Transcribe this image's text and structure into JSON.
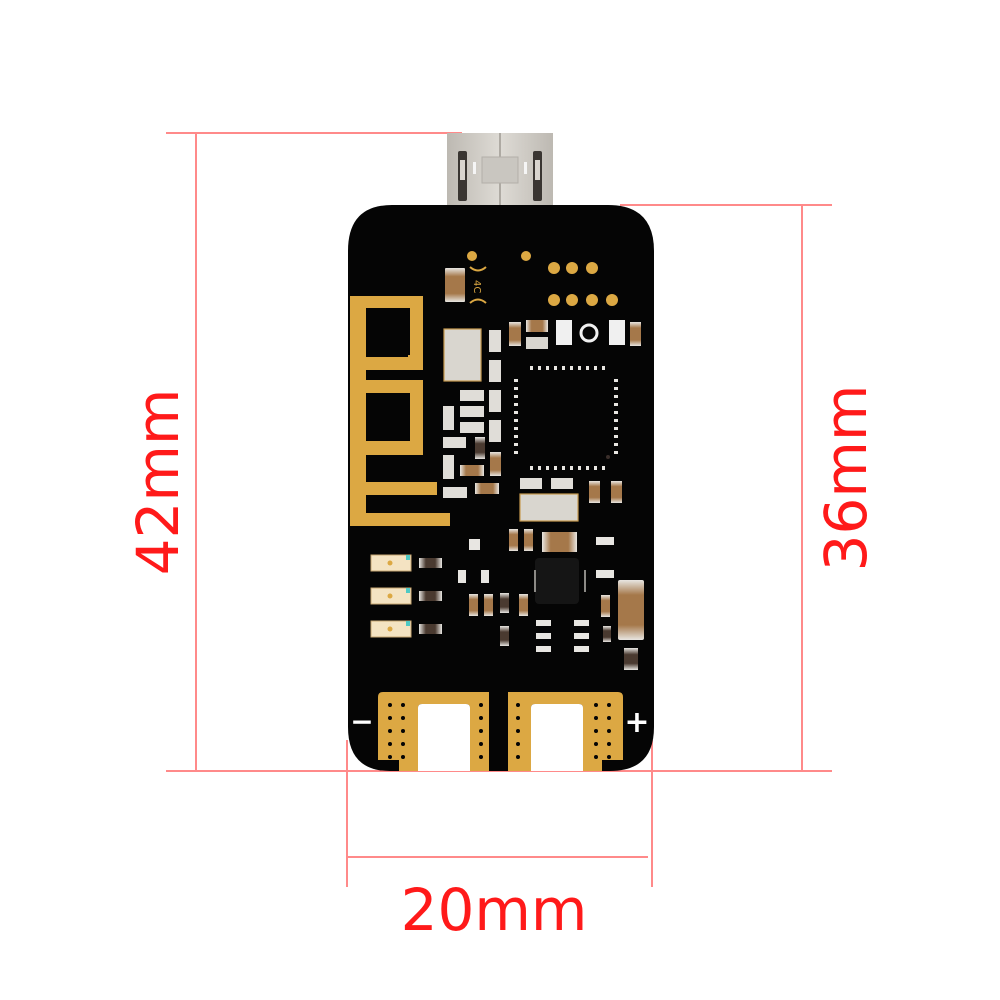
{
  "diagram": {
    "subject": "PCB module with micro-USB connector",
    "dimensions": {
      "total_height": {
        "label": "42mm",
        "value": 42,
        "unit": "mm"
      },
      "board_height": {
        "label": "36mm",
        "value": 36,
        "unit": "mm"
      },
      "board_width": {
        "label": "20mm",
        "value": 20,
        "unit": "mm"
      }
    },
    "silkscreen": {
      "negative_label": "−",
      "positive_label": "+",
      "chip_marking": "4C"
    },
    "colors": {
      "dimension_line": "#ff8a8a",
      "dimension_text": "#ff1a1a",
      "board": "#050505",
      "gold": "#dca843",
      "component_body": "#d9d6cf",
      "resistor_brown": "#a5784a",
      "connector_metal": "#cfccc6",
      "led_body": "#f4e3c2"
    }
  }
}
